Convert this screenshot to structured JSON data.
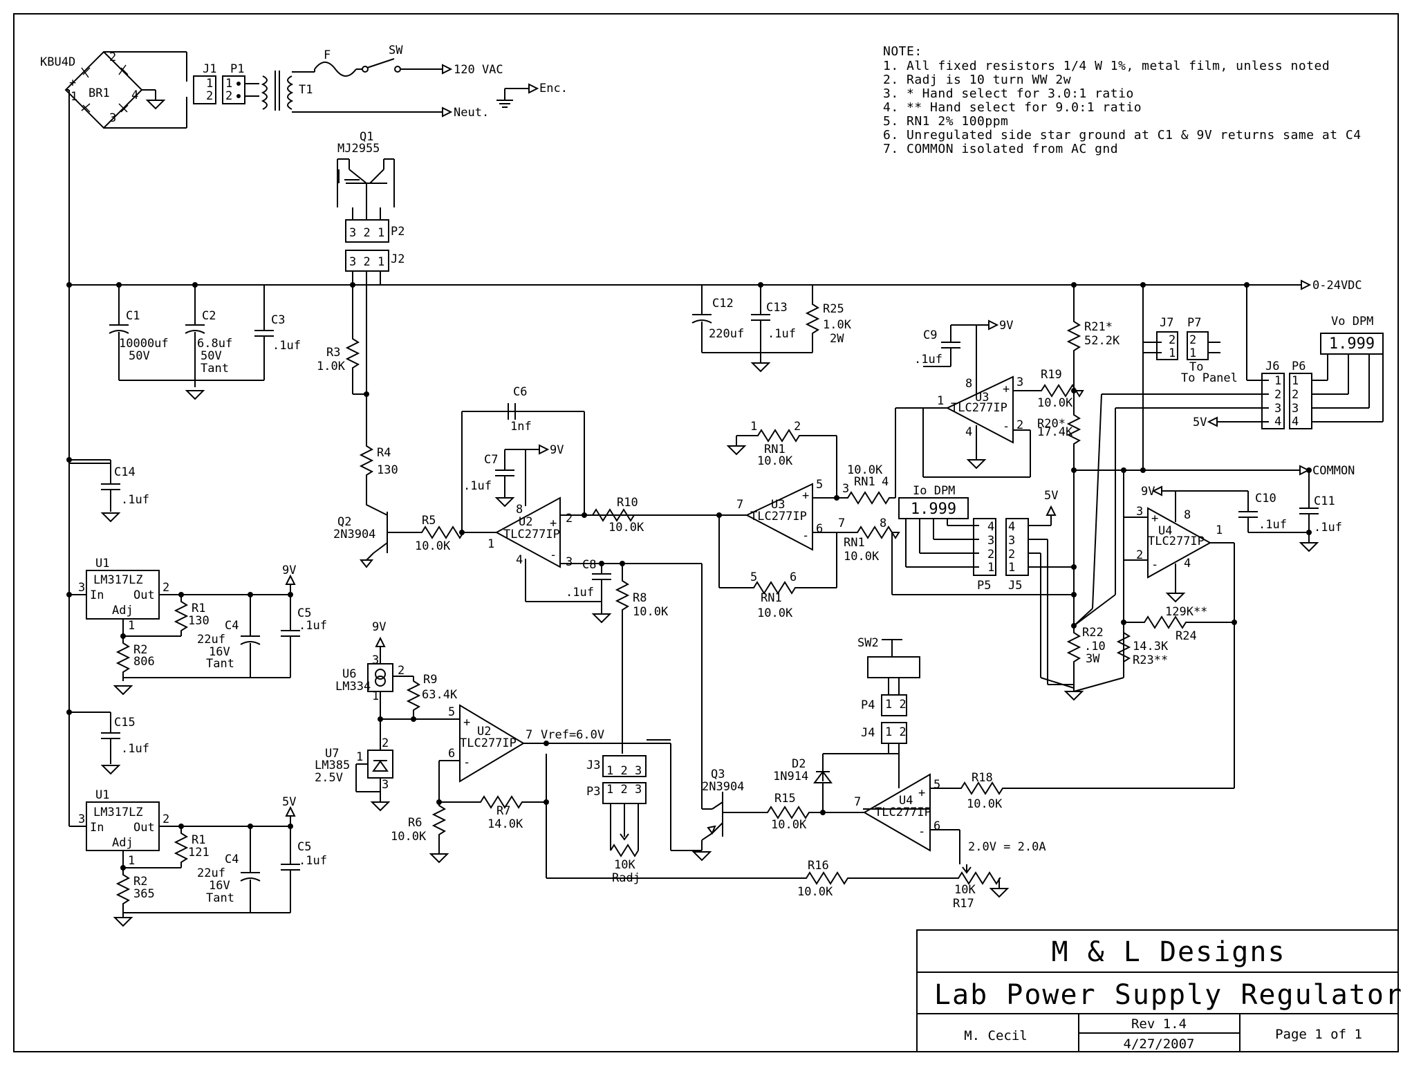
{
  "title_block": {
    "company": "M & L Designs",
    "title": "Lab Power Supply Regulator",
    "author": "M. Cecil",
    "revision": "Rev 1.4",
    "date": "4/27/2007",
    "page": "Page 1 of 1"
  },
  "notes": {
    "header": "NOTE:",
    "items": [
      "1. All fixed resistors 1/4 W 1%, metal film, unless noted",
      "2. Radj is 10 turn WW 2w",
      "3. * Hand select for 3.0:1 ratio",
      "4. ** Hand select for 9.0:1 ratio",
      "5. RN1 2% 100ppm",
      "6. Unregulated side star ground at C1 & 9V returns same at C4",
      "7. COMMON isolated from AC gnd"
    ]
  },
  "outputs": {
    "ac_line": "120 VAC",
    "enclosure": "Enc.",
    "neutral": "Neut.",
    "dc_out": "0-24VDC",
    "common": "COMMON",
    "five_v": "5V",
    "to_panel": "To Panel",
    "vref": "Vref=6.0V",
    "i_scale": "2.0V = 2.0A"
  },
  "meters": {
    "vo_label": "Vo DPM",
    "vo_value": "1.999",
    "io_label": "Io DPM",
    "io_value": "1.999"
  },
  "components": {
    "br1": [
      "KBU4D",
      "BR1"
    ],
    "q1": [
      "Q1",
      "MJ2955"
    ],
    "q2": [
      "Q2",
      "2N3904"
    ],
    "q3": [
      "Q3",
      "2N3904"
    ],
    "t1": "T1",
    "f": "F",
    "sw": "SW",
    "sw2": "SW2",
    "c1": [
      "C1",
      "10000uf",
      "50V"
    ],
    "c2": [
      "C2",
      "6.8uf",
      "50V",
      "Tant"
    ],
    "c3": [
      "C3",
      ".1uf"
    ],
    "c12": [
      "C12",
      "220uf"
    ],
    "c13": [
      "C13",
      ".1uf"
    ],
    "r25": [
      "R25",
      "1.0K",
      "2W"
    ],
    "c9": [
      "C9",
      ".1uf"
    ],
    "r21": [
      "R21*",
      "52.2K"
    ],
    "r19": [
      "R19",
      "10.0K"
    ],
    "r20": [
      "R20*",
      "17.4K"
    ],
    "r3": [
      "R3",
      "1.0K"
    ],
    "r4": [
      "R4",
      "130"
    ],
    "r5": [
      "R5",
      "10.0K"
    ],
    "c6": [
      "C6",
      "1nf"
    ],
    "c7": [
      "C7",
      ".1uf"
    ],
    "c8": [
      "C8",
      ".1uf"
    ],
    "r10": [
      "R10",
      "10.0K"
    ],
    "r8": [
      "R8",
      "10.0K"
    ],
    "c14": [
      "C14",
      ".1uf"
    ],
    "c15": [
      "C15",
      ".1uf"
    ],
    "u1a": [
      "U1",
      "LM317LZ",
      "In",
      "Out",
      "Adj"
    ],
    "r1a": [
      "R1",
      "130"
    ],
    "r2a": [
      "R2",
      "806"
    ],
    "c4a": [
      "C4",
      "22uf",
      "16V",
      "Tant"
    ],
    "c5a": [
      "C5",
      ".1uf"
    ],
    "u1b": [
      "U1",
      "LM317LZ",
      "In",
      "Out",
      "Adj"
    ],
    "r1b": [
      "R1",
      "121"
    ],
    "r2b": [
      "R2",
      "365"
    ],
    "c4b": [
      "C4",
      "22uf",
      "16V",
      "Tant"
    ],
    "c5b": [
      "C5",
      ".1uf"
    ],
    "u6": [
      "U6",
      "LM334"
    ],
    "u7": [
      "U7",
      "LM385",
      "2.5V"
    ],
    "r9": [
      "R9",
      "63.4K"
    ],
    "r6": [
      "R6",
      "10.0K"
    ],
    "r7": [
      "R7",
      "14.0K"
    ],
    "rn1a": [
      "RN1",
      "10.0K"
    ],
    "rn1b": [
      "10.0K",
      "RN1"
    ],
    "rn1c": [
      "RN1",
      "10.0K"
    ],
    "rn1d": [
      "RN1",
      "10.0K"
    ],
    "r22": [
      "R22",
      ".10",
      "3W"
    ],
    "r23": [
      "14.3K",
      "R23**"
    ],
    "r24": [
      "129K**",
      "R24"
    ],
    "c10": [
      "C10",
      ".1uf"
    ],
    "c11": [
      "C11",
      ".1uf"
    ],
    "d2": [
      "D2",
      "1N914"
    ],
    "r15": [
      "R15",
      "10.0K"
    ],
    "r18": [
      "R18",
      "10.0K"
    ],
    "r16": [
      "R16",
      "10.0K"
    ],
    "r17": [
      "10K",
      "R17"
    ],
    "radj": [
      "10K",
      "Radj"
    ],
    "opamp": "TLC277IP",
    "u2": "U2",
    "u3": "U3",
    "u4": "U4",
    "nine_v": "9V",
    "five_v": "5V",
    "connectors": [
      "J1",
      "P1",
      "P2",
      "J2",
      "J3",
      "P3",
      "J4",
      "P4",
      "J5",
      "P5",
      "J6",
      "P6",
      "J7",
      "P7"
    ]
  }
}
